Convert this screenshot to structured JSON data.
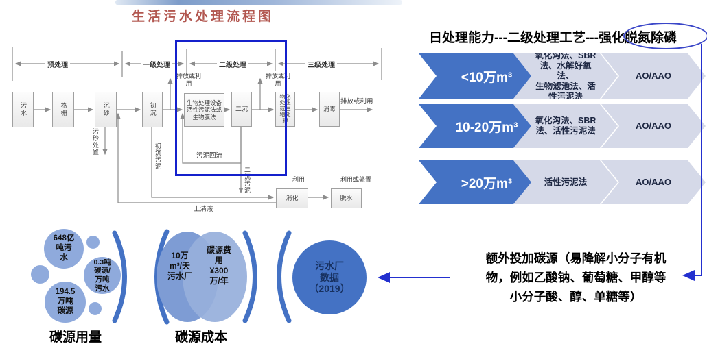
{
  "slide": {
    "title": "生活污水处理流程图"
  },
  "flowchart": {
    "stages": [
      {
        "label": "预处理"
      },
      {
        "label": "一级处理"
      },
      {
        "label": "二级处理"
      },
      {
        "label": "三级处理"
      }
    ],
    "boxes": [
      {
        "id": "sewage",
        "label": "污水"
      },
      {
        "id": "screen",
        "label": "格栅"
      },
      {
        "id": "grit",
        "label": "沉砂"
      },
      {
        "id": "primary-settling",
        "label": "初沉"
      },
      {
        "id": "bio-treatment",
        "label": "生物处理设备\n活性污泥法或\n生物膜法"
      },
      {
        "id": "secondary-settling",
        "label": "二沉"
      },
      {
        "id": "advanced",
        "label": "物化\n处理\n或生\n物处\n理"
      },
      {
        "id": "disinfection",
        "label": "消毒"
      },
      {
        "id": "digestion",
        "label": "消化"
      },
      {
        "id": "dewatering",
        "label": "脱水"
      }
    ],
    "labels": {
      "discharge_a": "排放或利用",
      "discharge_b": "排放或利用",
      "discharge_final": "排放或利用",
      "sand_disposal": "污砂处置",
      "primary_sludge": "初沉污泥",
      "secondary_sludge": "二沉污泥",
      "sludge_return": "污泥回流",
      "supernatant": "上清液",
      "use": "利用",
      "use_or_disposal": "利用或处置"
    }
  },
  "capacity": {
    "title": "日处理能力---二级处理工艺---强化脱氮除磷",
    "rows": [
      {
        "capacity": "<10万m³",
        "process": "氧化沟法、SBR\n法、水解好氧法、\n生物滤池法、活\n性污泥法",
        "enhanced": "AO/AAO"
      },
      {
        "capacity": "10-20万m³",
        "process": "氧化沟法、SBR\n法、活性污泥法",
        "enhanced": "AO/AAO"
      },
      {
        "capacity": ">20万m³",
        "process": "活性污泥法",
        "enhanced": "AO/AAO"
      }
    ]
  },
  "bubbles": {
    "usage": {
      "label": "碳源用量",
      "sewage_total": "648亿\n吨污\n水",
      "carbon_total": "194.5\n万吨\n碳源",
      "ratio": "0.3吨\n碳源/\n万吨\n污水"
    },
    "cost": {
      "label": "碳源成本",
      "plant": "10万\nm³/天\n污水厂",
      "fee": "碳源费\n用\n¥300\n万/年"
    },
    "source": {
      "label": "污水厂\n数据\n（2019）"
    }
  },
  "carbon_note": "额外投加碳源（易降解小分子有机\n物，例如乙酸钠、葡萄糖、甲醇等\n小分子酸、醇、单糖等）",
  "colors": {
    "accent_dark_blue": "#4472c4",
    "chevron_light": "#d5d9e8",
    "bubble_mid_blue": "#8faadc",
    "ellipse_left": "#7e9cd4",
    "ellipse_right": "#97afdc",
    "emphasis_blue_line": "#1420cc",
    "title_red": "#b25750"
  }
}
